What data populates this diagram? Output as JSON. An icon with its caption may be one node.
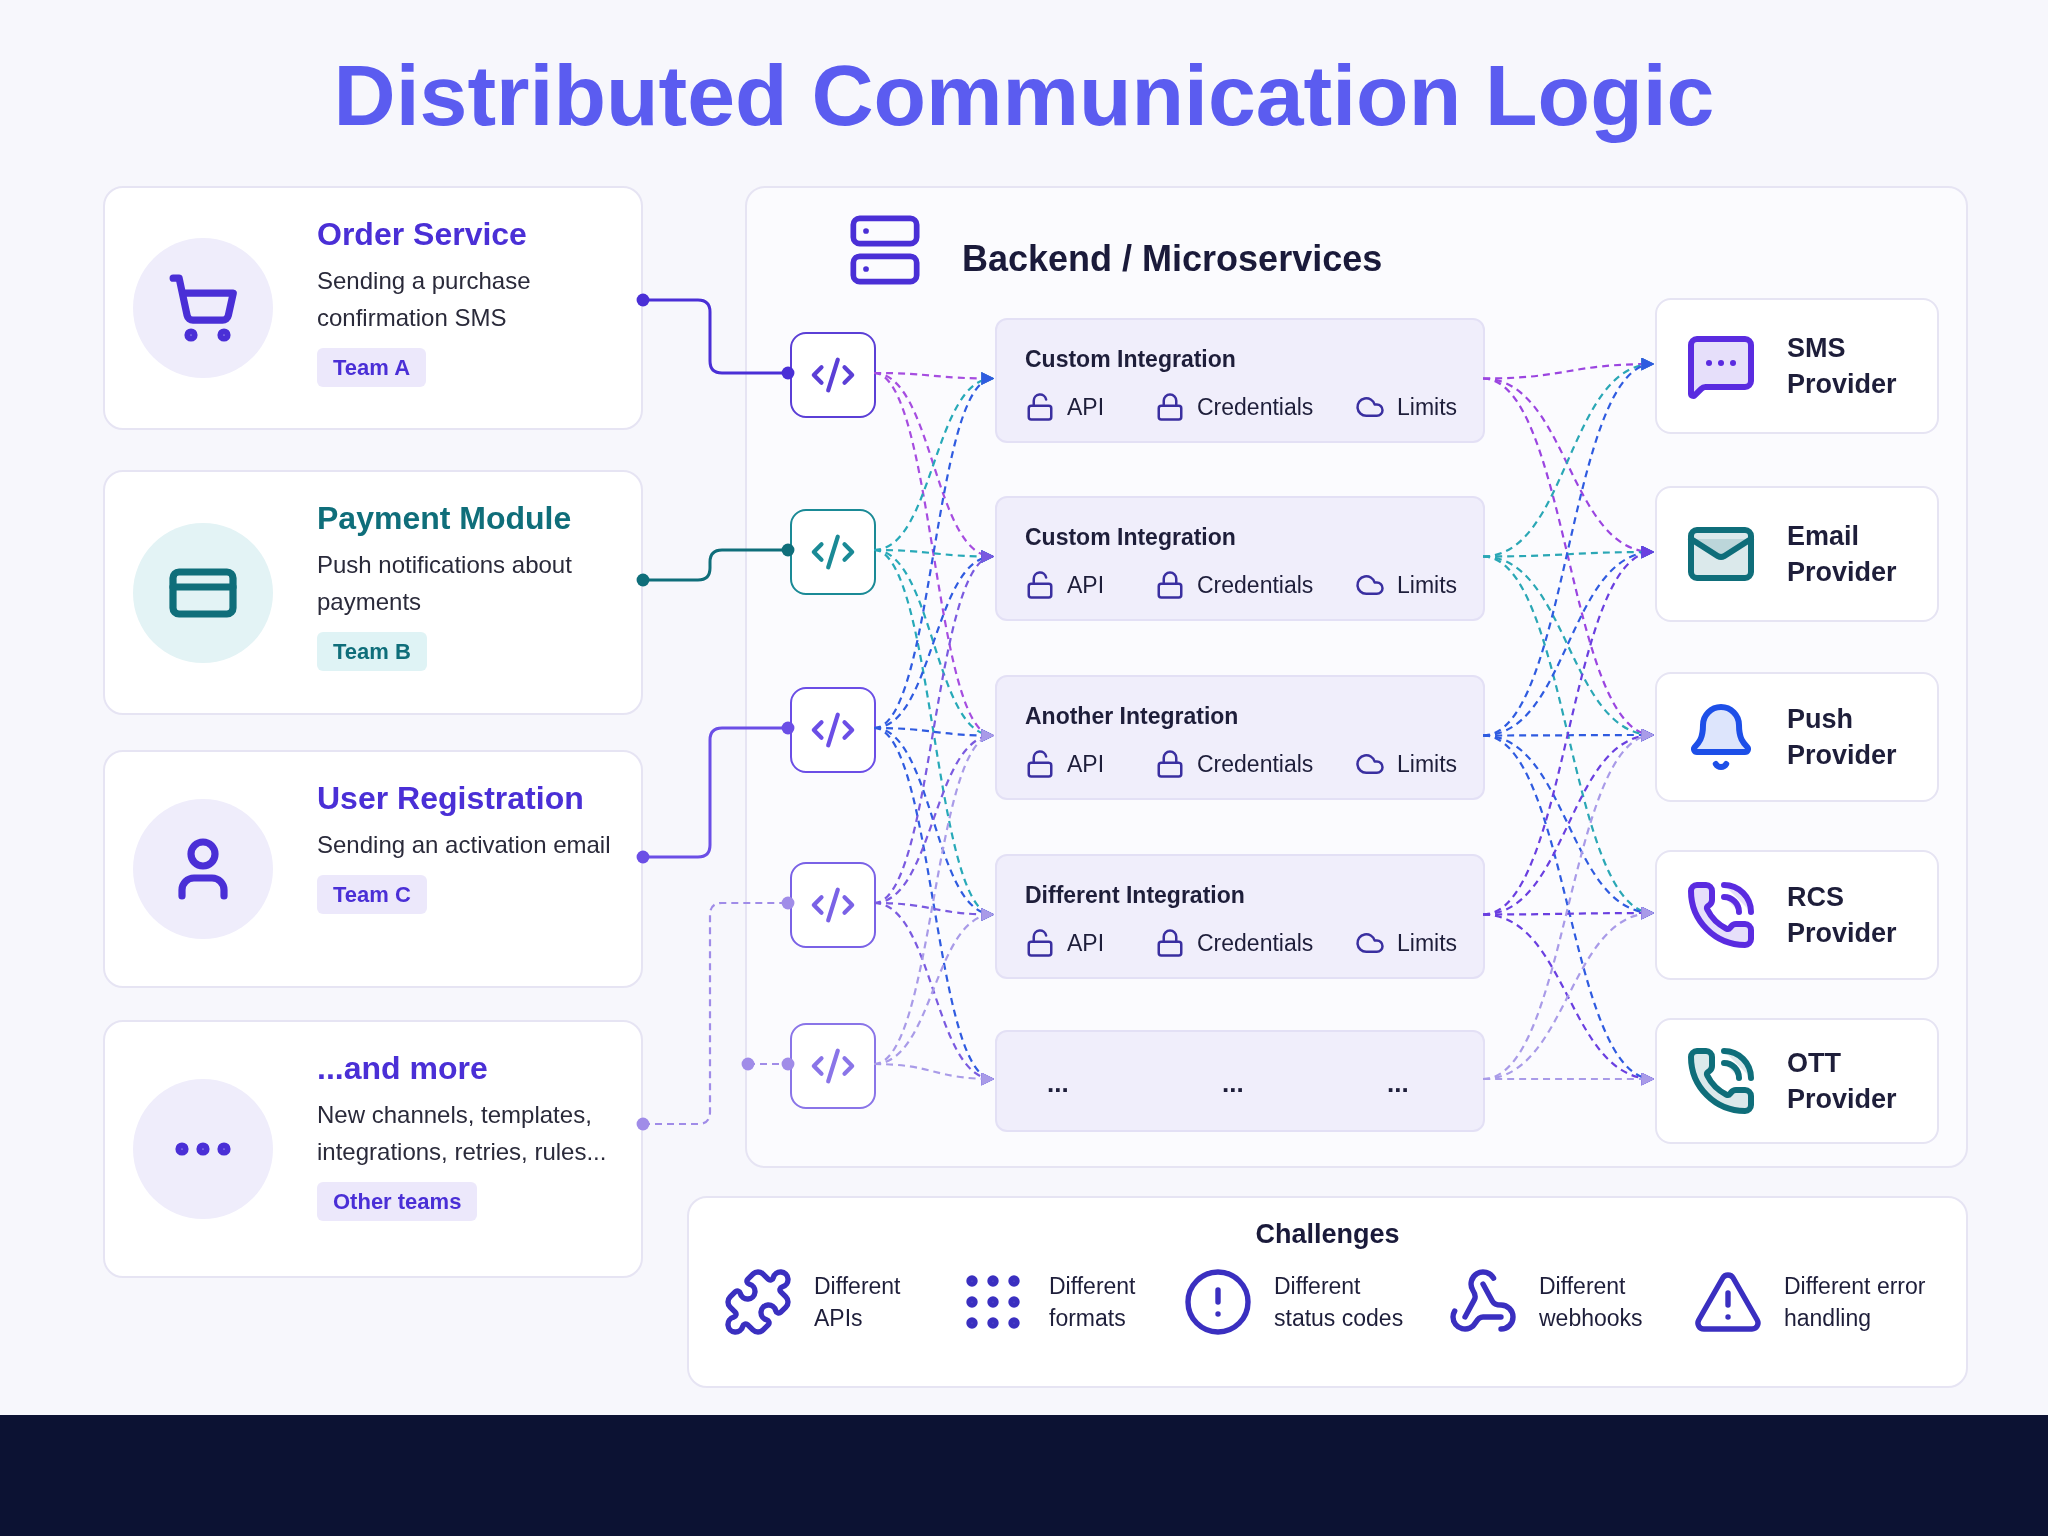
{
  "diagram": {
    "title": "Distributed Communication Logic",
    "nodes": [
      {
        "text": [
          "Order Service",
          "Sending a purchase confirmation SMS",
          "Team A"
        ]
      },
      {
        "text": [
          "Payment Module",
          "Push notifications about payments",
          "Team B"
        ]
      },
      {
        "text": [
          "User Registration",
          "Sending an activation email",
          "Team C"
        ]
      },
      {
        "text": [
          "...and more",
          "New channels, templates, integrations, retries, rules...",
          "Other teams"
        ]
      },
      {
        "text": [
          "Backend / Microservices"
        ]
      },
      {
        "text": [],
        "shape": "box",
        "in": 4
      },
      {
        "text": [],
        "shape": "box",
        "in": 4
      },
      {
        "text": [],
        "shape": "box",
        "in": 4
      },
      {
        "text": [],
        "shape": "box",
        "in": 4
      },
      {
        "text": [],
        "shape": "box",
        "in": 4
      },
      {
        "text": [
          "Custom Integration",
          "API",
          "Credentials",
          "Limits"
        ],
        "in": 4
      },
      {
        "text": [
          "Custom Integration",
          "API",
          "Credentials",
          "Limits"
        ],
        "in": 4
      },
      {
        "text": [
          "Another Integration",
          "API",
          "Credentials",
          "Limits"
        ],
        "in": 4
      },
      {
        "text": [
          "Different Integration",
          "API",
          "Credentials",
          "Limits"
        ],
        "in": 4
      },
      {
        "text": [
          "...",
          "...",
          "..."
        ],
        "in": 4
      },
      {
        "text": [
          "SMS Provider"
        ],
        "in": 4
      },
      {
        "text": [
          "Email Provider"
        ],
        "in": 4
      },
      {
        "text": [
          "Push Provider"
        ],
        "in": 4
      },
      {
        "text": [
          "RCS Provider"
        ],
        "in": 4
      },
      {
        "text": [
          "OTT Provider"
        ],
        "in": 4
      },
      {
        "text": [
          "Challenges",
          "Different APIs",
          "Different formats",
          "Different status codes",
          "Different webhooks",
          "Different error handling"
        ]
      }
    ],
    "edges": [
      {
        "from": 0,
        "to": 5,
        "arrow": "other",
        "color": "#4a2fd6"
      },
      {
        "from": 1,
        "to": 6,
        "arrow": "other",
        "color": "#0f6e7a"
      },
      {
        "from": 2,
        "to": 7,
        "arrow": "other",
        "color": "#6b4ee6"
      },
      {
        "from": 3,
        "to": 8,
        "arrow": "other",
        "style": "dashed",
        "color": "#a08ce8"
      },
      {
        "from": null,
        "to": 9,
        "arrow": "other",
        "style": "dashed",
        "color": "#a08ce8"
      },
      {
        "from": 5,
        "to": 10,
        "arrow": "to",
        "style": "dashed",
        "color": "#a64de0"
      },
      {
        "from": 5,
        "to": 11,
        "arrow": "to",
        "style": "dashed",
        "color": "#a64de0"
      },
      {
        "from": 5,
        "to": 12,
        "arrow": "to",
        "style": "dashed",
        "color": "#a64de0"
      },
      {
        "from": 6,
        "to": 10,
        "arrow": "to",
        "style": "dashed",
        "color": "#27a9b8"
      },
      {
        "from": 6,
        "to": 11,
        "arrow": "to",
        "style": "dashed",
        "color": "#27a9b8"
      },
      {
        "from": 6,
        "to": 12,
        "arrow": "to",
        "style": "dashed",
        "color": "#27a9b8"
      },
      {
        "from": 6,
        "to": 13,
        "arrow": "to",
        "style": "dashed",
        "color": "#27a9b8"
      },
      {
        "from": 7,
        "to": 10,
        "arrow": "to",
        "style": "dashed",
        "color": "#2f5be0"
      },
      {
        "from": 7,
        "to": 11,
        "arrow": "to",
        "style": "dashed",
        "color": "#2f5be0"
      },
      {
        "from": 7,
        "to": 12,
        "arrow": "to",
        "style": "dashed",
        "color": "#2f5be0"
      },
      {
        "from": 7,
        "to": 13,
        "arrow": "to",
        "style": "dashed",
        "color": "#2f5be0"
      },
      {
        "from": 7,
        "to": 14,
        "arrow": "to",
        "style": "dashed",
        "color": "#2f5be0"
      },
      {
        "from": 8,
        "to": 11,
        "arrow": "to",
        "style": "dashed",
        "color": "#7a5ae0"
      },
      {
        "from": 8,
        "to": 12,
        "arrow": "to",
        "style": "dashed",
        "color": "#7a5ae0"
      },
      {
        "from": 8,
        "to": 13,
        "arrow": "to",
        "style": "dashed",
        "color": "#7a5ae0"
      },
      {
        "from": 8,
        "to": 14,
        "arrow": "to",
        "style": "dashed",
        "color": "#7a5ae0"
      },
      {
        "from": 9,
        "to": 12,
        "arrow": "to",
        "style": "dashed",
        "color": "#a99be8"
      },
      {
        "from": 9,
        "to": 13,
        "arrow": "to",
        "style": "dashed",
        "color": "#a99be8"
      },
      {
        "from": 9,
        "to": 14,
        "arrow": "to",
        "style": "dashed",
        "color": "#a99be8"
      },
      {
        "from": 10,
        "to": 15,
        "arrow": "to",
        "style": "dashed",
        "color": "#9b45e0"
      },
      {
        "from": 10,
        "to": 16,
        "arrow": "to",
        "style": "dashed",
        "color": "#9b45e0"
      },
      {
        "from": 10,
        "to": 17,
        "arrow": "to",
        "style": "dashed",
        "color": "#9b45e0"
      },
      {
        "from": 11,
        "to": 15,
        "arrow": "to",
        "style": "dashed",
        "color": "#2aa7b5"
      },
      {
        "from": 11,
        "to": 16,
        "arrow": "to",
        "style": "dashed",
        "color": "#2aa7b5"
      },
      {
        "from": 11,
        "to": 17,
        "arrow": "to",
        "style": "dashed",
        "color": "#2aa7b5"
      },
      {
        "from": 11,
        "to": 18,
        "arrow": "to",
        "style": "dashed",
        "color": "#2aa7b5"
      },
      {
        "from": 12,
        "to": 15,
        "arrow": "to",
        "style": "dashed",
        "color": "#2f5be0"
      },
      {
        "from": 12,
        "to": 16,
        "arrow": "to",
        "style": "dashed",
        "color": "#2f5be0"
      },
      {
        "from": 12,
        "to": 17,
        "arrow": "to",
        "style": "dashed",
        "color": "#2f5be0"
      },
      {
        "from": 12,
        "to": 18,
        "arrow": "to",
        "style": "dashed",
        "color": "#2f5be0"
      },
      {
        "from": 12,
        "to": 19,
        "arrow": "to",
        "style": "dashed",
        "color": "#2f5be0"
      },
      {
        "from": 13,
        "to": 16,
        "arrow": "to",
        "style": "dashed",
        "color": "#6a3fe0"
      },
      {
        "from": 13,
        "to": 17,
        "arrow": "to",
        "style": "dashed",
        "color": "#6a3fe0"
      },
      {
        "from": 13,
        "to": 18,
        "arrow": "to",
        "style": "dashed",
        "color": "#6a3fe0"
      },
      {
        "from": 13,
        "to": 19,
        "arrow": "to",
        "style": "dashed",
        "color": "#6a3fe0"
      },
      {
        "from": 14,
        "to": 17,
        "arrow": "to",
        "style": "dashed",
        "color": "#a99be8"
      },
      {
        "from": 14,
        "to": 18,
        "arrow": "to",
        "style": "dashed",
        "color": "#a99be8"
      },
      {
        "from": 14,
        "to": 19,
        "arrow": "to",
        "style": "dashed",
        "color": "#a99be8"
      }
    ]
  }
}
